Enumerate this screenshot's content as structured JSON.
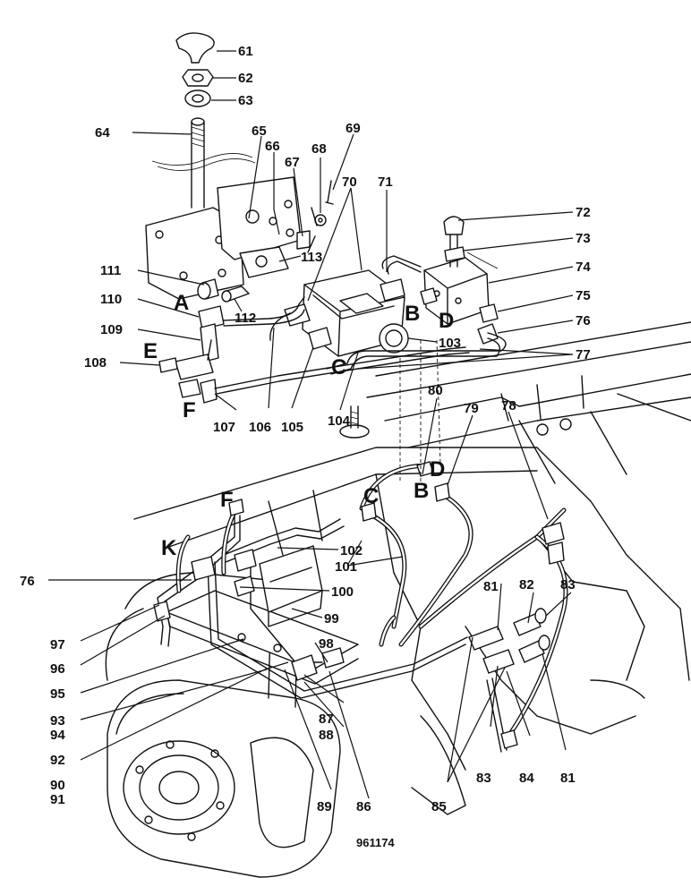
{
  "callouts": [
    "61",
    "62",
    "63",
    "64",
    "65",
    "66",
    "67",
    "68",
    "69",
    "70",
    "71",
    "72",
    "73",
    "74",
    "75",
    "76",
    "77",
    "78",
    "79",
    "80",
    "81",
    "82",
    "83",
    "84",
    "85",
    "86",
    "87",
    "88",
    "89",
    "90",
    "91",
    "92",
    "93",
    "94",
    "95",
    "96",
    "97",
    "98",
    "99",
    "100",
    "101",
    "102",
    "103",
    "104",
    "105",
    "106",
    "107",
    "108",
    "109",
    "110",
    "111",
    "112",
    "113"
  ],
  "letters": {
    "a": "A",
    "b": "B",
    "c": "C",
    "d": "D",
    "e": "E",
    "f": "F",
    "k": "K"
  },
  "drawing_number": "961174"
}
